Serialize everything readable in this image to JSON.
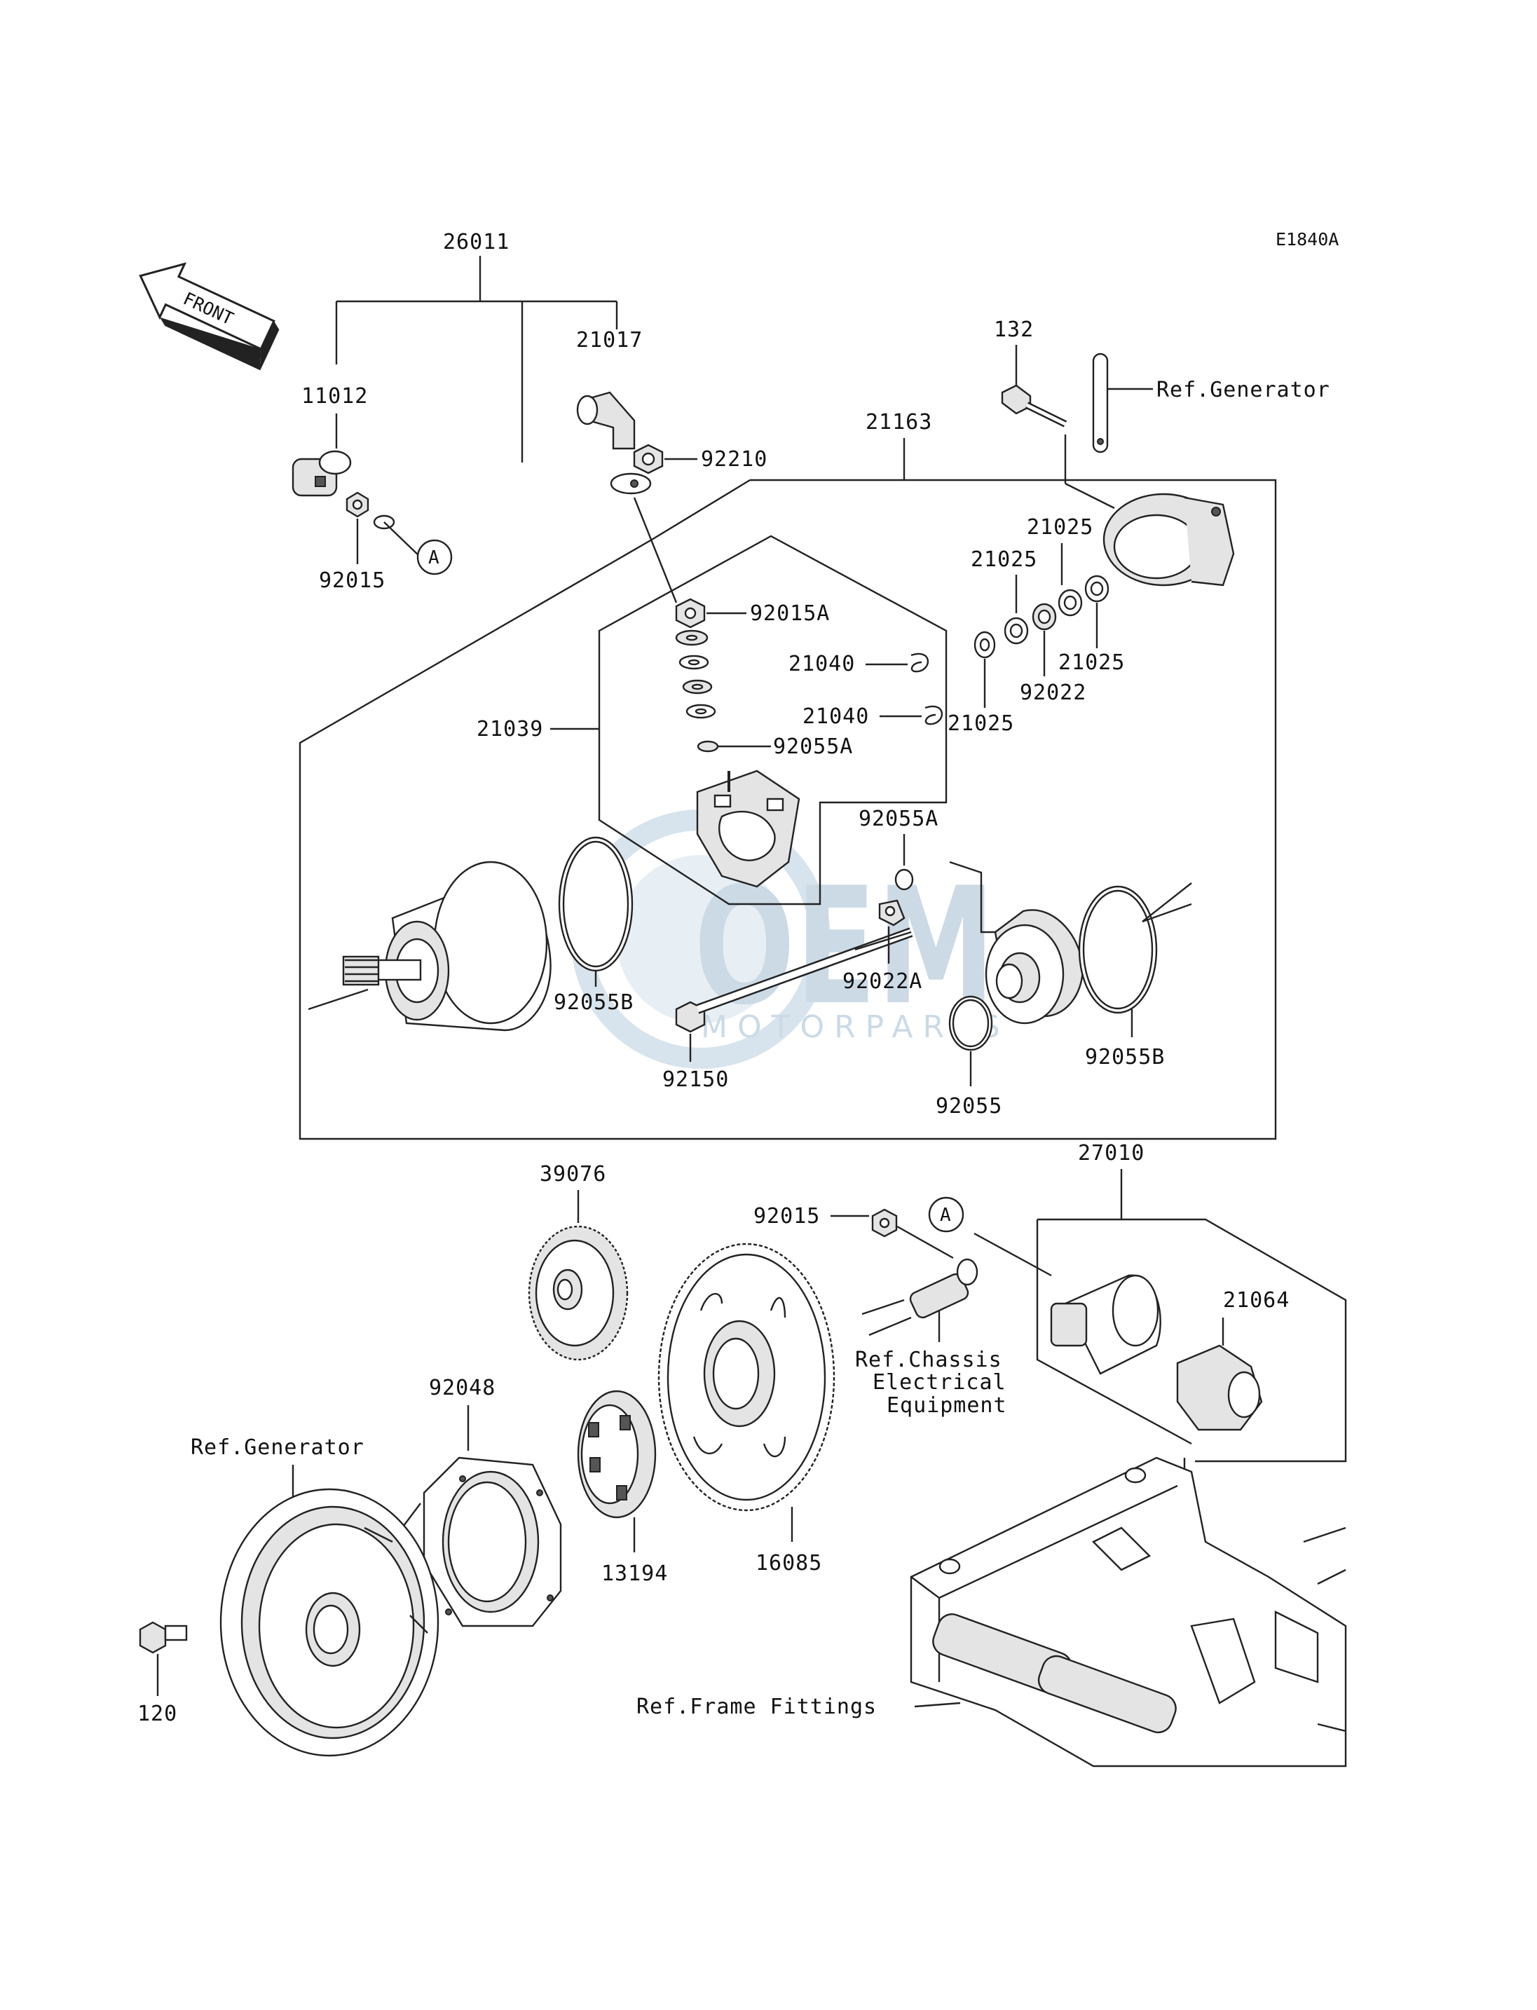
{
  "diagram_code": "E1840A",
  "front_arrow": {
    "label": "FRONT",
    "icon": "front-direction-arrow-icon"
  },
  "watermark": {
    "brand": "OEM",
    "sub": "MOTORPARTS"
  },
  "part_labels": {
    "p26011": "26011",
    "p21017": "21017",
    "p11012": "11012",
    "p92210": "92210",
    "p92015_top": "92015",
    "p21163": "21163",
    "p132": "132",
    "p21025_a": "21025",
    "p21025_b": "21025",
    "p21025_c": "21025",
    "p21025_d": "21025",
    "p92022": "92022",
    "p92015A": "92015A",
    "p21040_a": "21040",
    "p21040_b": "21040",
    "p21039": "21039",
    "p92055A_a": "92055A",
    "p92055A_b": "92055A",
    "p92055B_a": "92055B",
    "p92055B_b": "92055B",
    "p92022A": "92022A",
    "p92150": "92150",
    "p92055": "92055",
    "p39076": "39076",
    "p27010": "27010",
    "p92015_bottom": "92015",
    "p21064": "21064",
    "p92048": "92048",
    "p13194": "13194",
    "p16085": "16085",
    "p120": "120"
  },
  "references": {
    "generator_top": "Ref.Generator",
    "generator_bottom": "Ref.Generator",
    "chassis_line1": "Ref.Chassis",
    "chassis_line2": "Electrical",
    "chassis_line3": "Equipment",
    "frame_fittings": "Ref.Frame Fittings"
  },
  "connection_markers": {
    "top": "A",
    "bottom": "A"
  }
}
